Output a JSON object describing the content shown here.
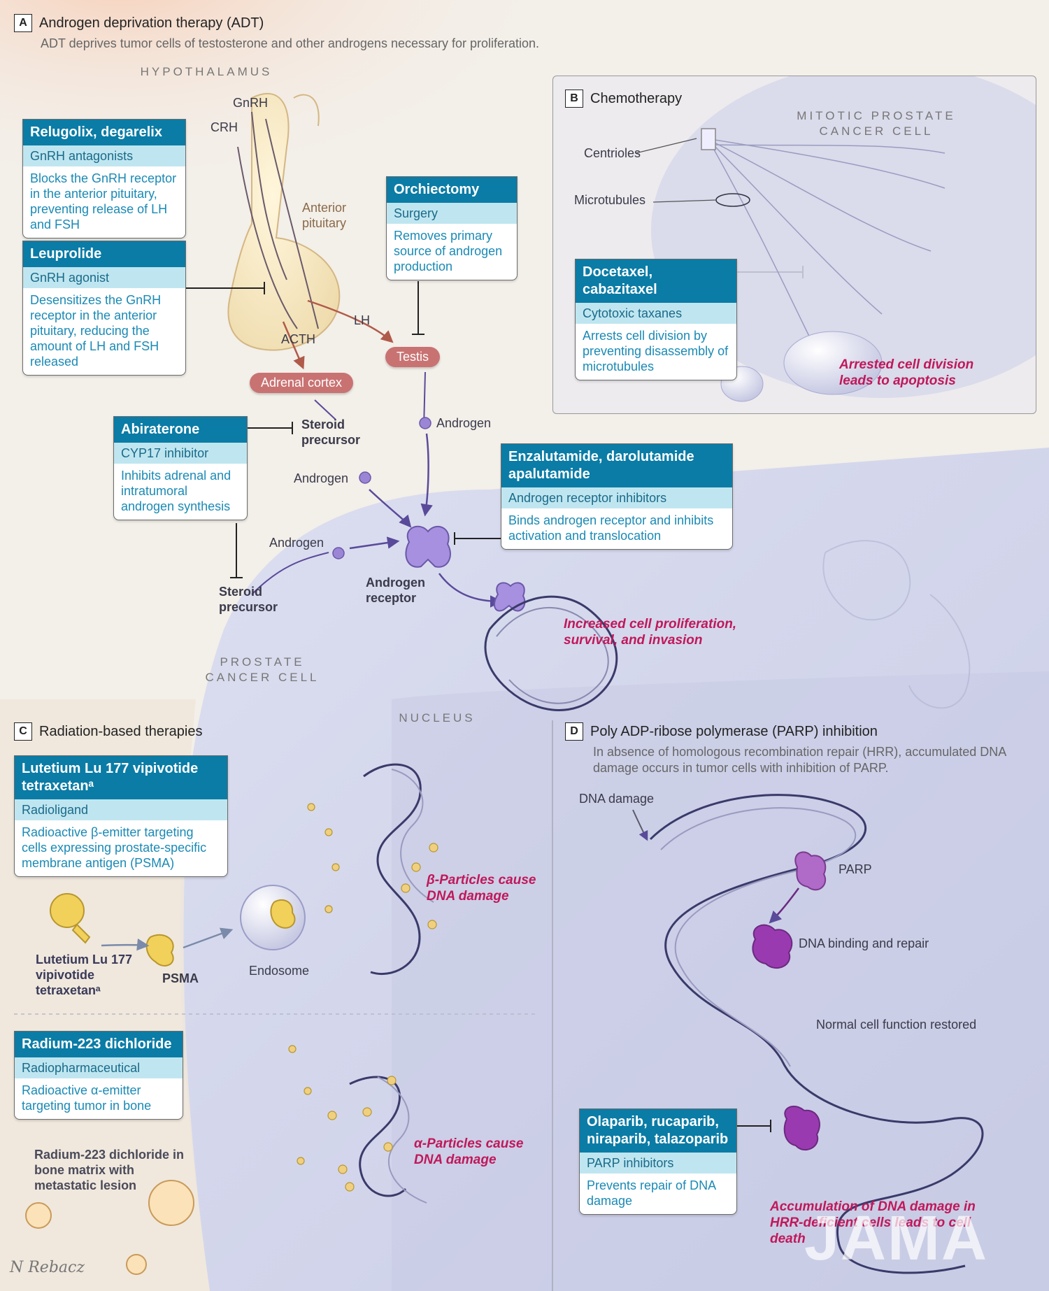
{
  "panel_a": {
    "letter": "A",
    "title": "Androgen deprivation therapy (ADT)",
    "subtitle": "ADT deprives tumor cells of testosterone and other androgens necessary for proliferation.",
    "hypothalamus": "HYPOTHALAMUS",
    "gnrh": "GnRH",
    "crh": "CRH",
    "anterior_pituitary": "Anterior pituitary",
    "acth": "ACTH",
    "lh": "LH",
    "adrenal_cortex": "Adrenal cortex",
    "testis": "Testis",
    "steroid_precursor_1": "Steroid precursor",
    "steroid_precursor_2": "Steroid precursor",
    "androgen_1": "Androgen",
    "androgen_2": "Androgen",
    "androgen_3": "Androgen",
    "androgen_receptor": "Androgen receptor",
    "prostate_cancer_cell": "PROSTATE CANCER CELL",
    "nucleus": "NUCLEUS",
    "outcome": "Increased cell proliferation, survival, and invasion",
    "drugs": {
      "relugolix": {
        "name": "Relugolix, degarelix",
        "class": "GnRH antagonists",
        "desc": "Blocks the GnRH receptor in the anterior pituitary, preventing release of LH and FSH"
      },
      "leuprolide": {
        "name": "Leuprolide",
        "class": "GnRH agonist",
        "desc": "Desensitizes the GnRH receptor in the anterior pituitary, reducing the amount of LH and FSH released"
      },
      "orchiectomy": {
        "name": "Orchiectomy",
        "class": "Surgery",
        "desc": "Removes primary source of androgen production"
      },
      "abiraterone": {
        "name": "Abiraterone",
        "class": "CYP17 inhibitor",
        "desc": "Inhibits adrenal and intratumoral androgen synthesis"
      },
      "enzalutamide": {
        "name": "Enzalutamide, darolutamide apalutamide",
        "class": "Androgen receptor inhibitors",
        "desc": "Binds androgen receptor and inhibits activation and translocation"
      }
    }
  },
  "panel_b": {
    "letter": "B",
    "title": "Chemotherapy",
    "cell_label": "MITOTIC PROSTATE CANCER CELL",
    "centrioles": "Centrioles",
    "microtubules": "Microtubules",
    "outcome": "Arrested cell division leads to apoptosis",
    "drug": {
      "name": "Docetaxel, cabazitaxel",
      "class": "Cytotoxic taxanes",
      "desc": "Arrests cell division by preventing disassembly of microtubules"
    }
  },
  "panel_c": {
    "letter": "C",
    "title": "Radiation-based therapies",
    "lutetium": {
      "name": "Lutetium Lu 177 vipivotide tetraxetanᵃ",
      "class": "Radioligand",
      "desc": "Radioactive β-emitter targeting cells expressing prostate-specific membrane antigen (PSMA)"
    },
    "lu_label": "Lutetium Lu 177 vipivotide tetraxetanᵃ",
    "psma": "PSMA",
    "endosome": "Endosome",
    "beta_outcome": "β-Particles cause DNA damage",
    "radium": {
      "name": "Radium-223 dichloride",
      "class": "Radiopharmaceutical",
      "desc": "Radioactive α-emitter targeting tumor in bone"
    },
    "radium_label": "Radium-223 dichloride in bone matrix with metastatic lesion",
    "alpha_outcome": "α-Particles cause DNA damage"
  },
  "panel_d": {
    "letter": "D",
    "title": "Poly ADP-ribose polymerase (PARP) inhibition",
    "subtitle": "In absence of homologous recombination repair (HRR), accumulated DNA damage occurs in tumor cells with inhibition of PARP.",
    "dna_damage": "DNA damage",
    "parp": "PARP",
    "binding": "DNA binding and repair",
    "restored": "Normal cell function restored",
    "outcome": "Accumulation of DNA damage in HRR-deficient cells leads to cell death",
    "drug": {
      "name": "Olaparib, rucaparib, niraparib, talazoparib",
      "class": "PARP inhibitors",
      "desc": "Prevents repair of DNA damage"
    }
  },
  "signature": "N Rebacz",
  "watermark": "JAMA",
  "colors": {
    "drug_header": "#0a7ca6",
    "drug_class_bg": "#bfe6f0",
    "drug_text": "#1a8ab5",
    "outcome": "#c0185a",
    "organ_pill": "#c97272",
    "receptor": "#9b86d6",
    "parp": "#a058b8"
  }
}
